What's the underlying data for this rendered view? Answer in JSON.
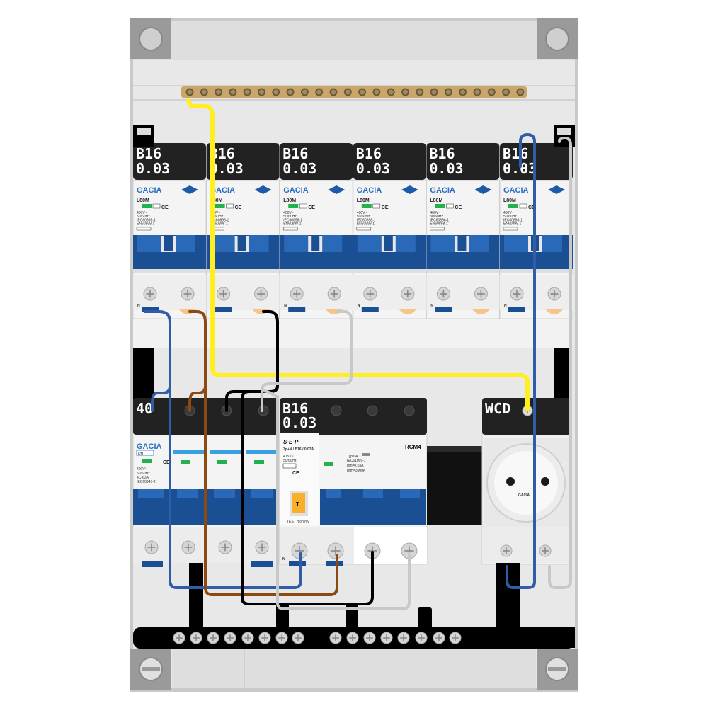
{
  "breakers_top": [
    {
      "line1": "B16",
      "line2": "0.03",
      "brand": "GACIA",
      "model": "L80M"
    },
    {
      "line1": "B16",
      "line2": "0.03",
      "brand": "GACIA",
      "model": "L80M"
    },
    {
      "line1": "B16",
      "line2": "0.03",
      "brand": "GACIA",
      "model": "L80M"
    },
    {
      "line1": "B16",
      "line2": "0.03",
      "brand": "GACIA",
      "model": "L80M"
    },
    {
      "line1": "B16",
      "line2": "0.03",
      "brand": "GACIA",
      "model": "L80M"
    },
    {
      "line1": "B16",
      "line2": "0.03",
      "brand": "GACIA",
      "model": "L80M"
    }
  ],
  "top_spec_lines": [
    "400V~",
    "50/60Hz",
    "IEC60898-1",
    "EN60898-1"
  ],
  "main_switch": {
    "label": "40",
    "brand": "GACIA",
    "model": "DH",
    "spec": [
      "400V~",
      "50/60Hz",
      "4C-63A",
      "IEC60947-2"
    ]
  },
  "rcbo": {
    "label_line1": "B16",
    "label_line2": "0.03",
    "brand": "S·E·P",
    "title": "3p+N / B16 / 0.03A",
    "spec": [
      "415V~",
      "50/60Hz"
    ],
    "type": "Type A",
    "std": [
      "IEC61009-1",
      "IΔn=0.03A",
      "IΔm=3000A"
    ],
    "model": "RCM4",
    "test": "TEST monthly",
    "test_letter": "T",
    "n_mark": "N"
  },
  "socket": {
    "label": "WCD",
    "brand": "GACIA"
  },
  "n_mark": "N",
  "ce_mark": "CE",
  "wire_colors": {
    "yellow": "#ffee22",
    "blue": "#2f5da8",
    "brown": "#8a4a12",
    "black": "#000000",
    "grey": "#c8c8c8"
  },
  "accent_colors": {
    "breaker_blue": "#1a4f94",
    "label_black": "#222222",
    "busbar_brass": "#c9a76a",
    "indicator_green": "#22b14c"
  }
}
